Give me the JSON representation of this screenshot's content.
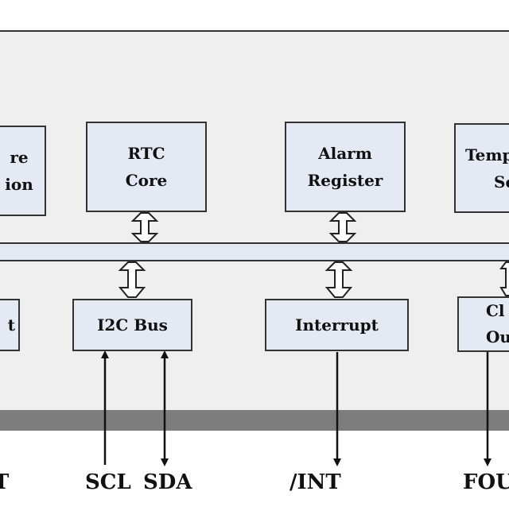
{
  "blocks": {
    "temp_function": {
      "line1": "re",
      "line2": "ion"
    },
    "rtc_core": {
      "line1": "RTC",
      "line2": "Core"
    },
    "alarm_register": {
      "line1": "Alarm",
      "line2": "Register"
    },
    "temp_sensor": {
      "line1": "Temp",
      "line2": "Se"
    },
    "left_bottom": {
      "label": "t"
    },
    "i2c_bus": {
      "label": "I2C Bus"
    },
    "interrupt": {
      "label": "Interrupt"
    },
    "clock_output": {
      "line1": "Cl",
      "line2": "Ou"
    }
  },
  "signals": {
    "left": "T",
    "scl": "SCL",
    "sda": "SDA",
    "int": "/INT",
    "fout": "FOUT"
  }
}
